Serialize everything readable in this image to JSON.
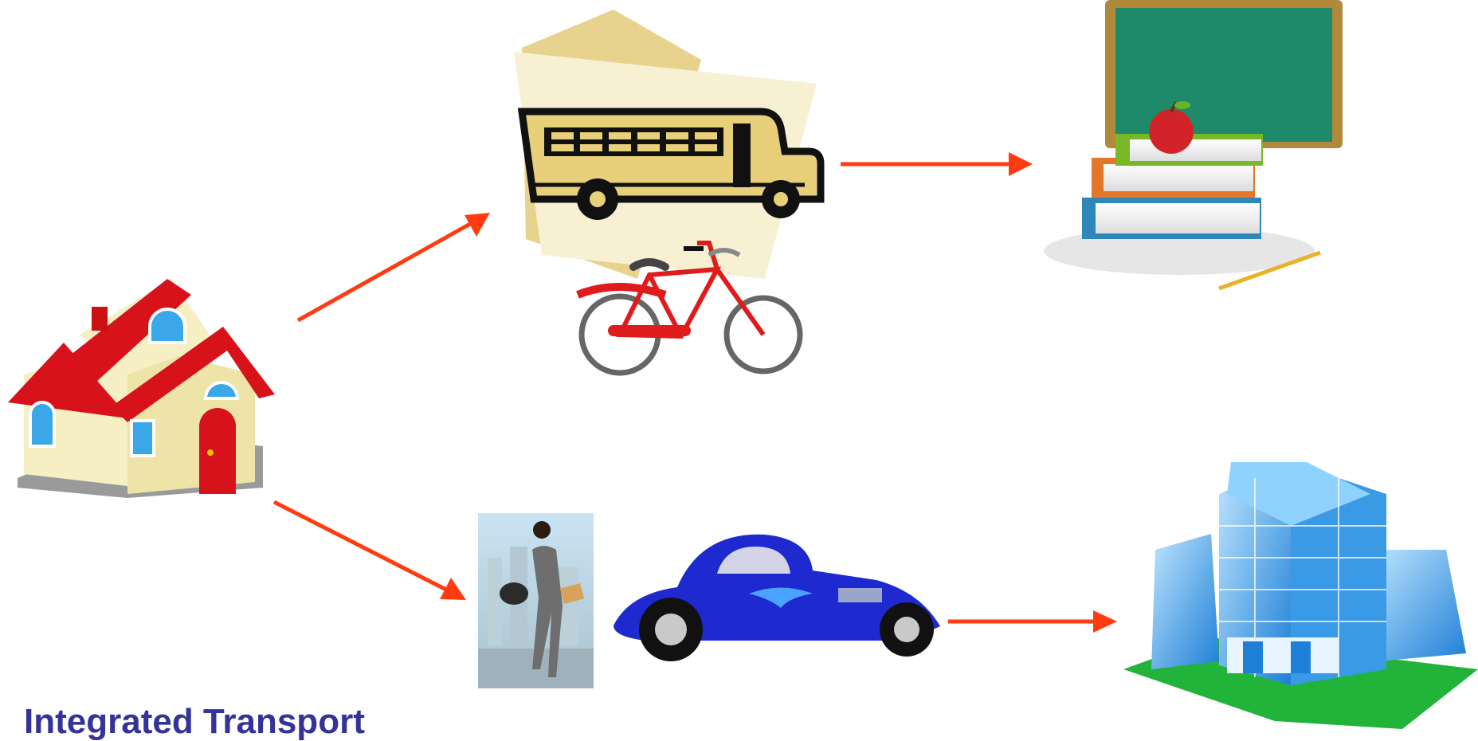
{
  "caption": {
    "text": "Integrated Transport"
  },
  "colors": {
    "arrow": "#ff3b12",
    "caption": "#333399",
    "house_roof": "#d7121b",
    "house_wall": "#f6efc4",
    "bus_body": "#e8cf7a",
    "bicycle_frame": "#e01b1b",
    "chalkboard": "#1f8a6a",
    "car_body": "#1e2ad0",
    "office_glass": "#3a9ae6",
    "lawn": "#22b33a"
  },
  "nodes": [
    {
      "id": "home",
      "icon": "house-icon"
    },
    {
      "id": "bus",
      "icon": "school-bus-icon"
    },
    {
      "id": "bicycle",
      "icon": "bicycle-icon"
    },
    {
      "id": "school",
      "icon": "school-books-icon"
    },
    {
      "id": "walker",
      "icon": "walking-woman-icon"
    },
    {
      "id": "car",
      "icon": "car-icon"
    },
    {
      "id": "office",
      "icon": "office-building-icon"
    }
  ],
  "edges": [
    {
      "from": "home",
      "to": "bus"
    },
    {
      "from": "bus",
      "to": "school"
    },
    {
      "from": "home",
      "to": "walker"
    },
    {
      "from": "car",
      "to": "office"
    }
  ]
}
